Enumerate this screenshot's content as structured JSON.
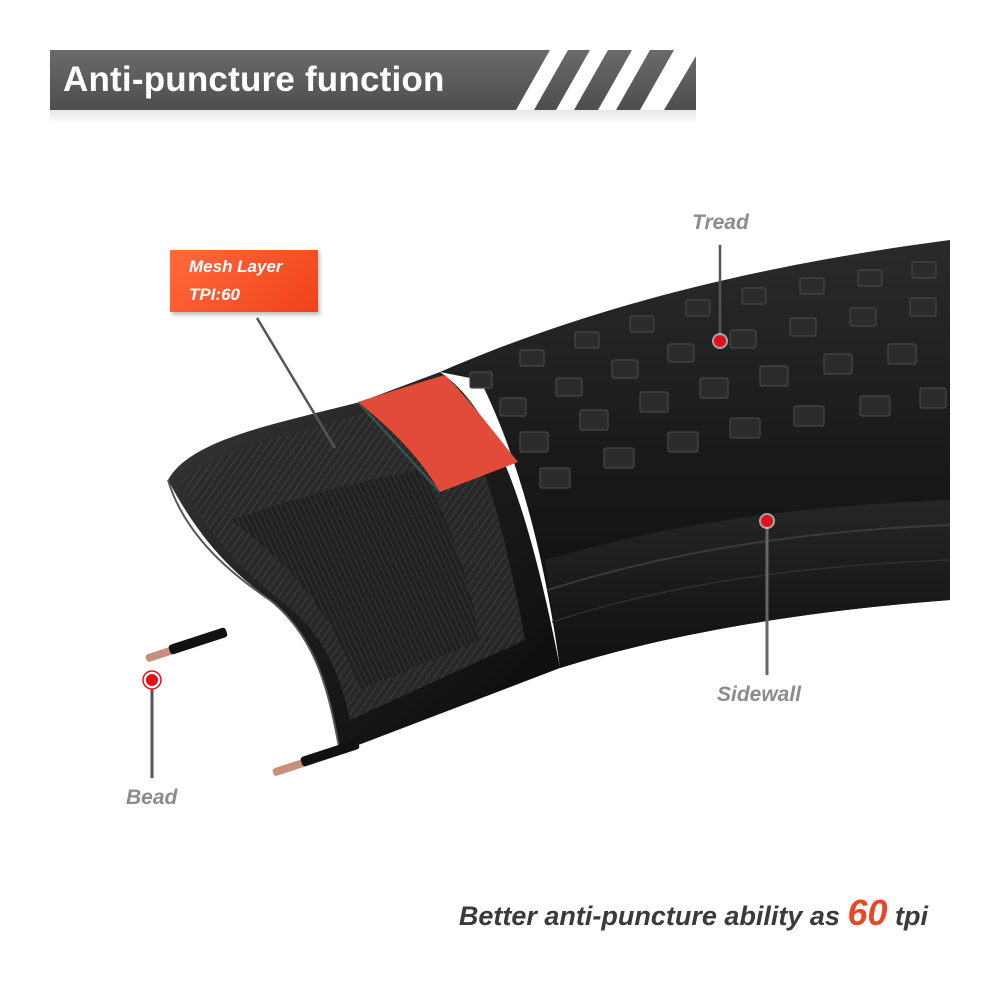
{
  "header": {
    "title": "Anti-puncture function",
    "bg_color": "#5c5c5c"
  },
  "callouts": {
    "mesh_layer": {
      "line1": "Mesh Layer",
      "line2": "TPI:60",
      "color": "#f0421c"
    },
    "tread": "Tread",
    "sidewall": "Sidewall",
    "bead": "Bead"
  },
  "caption": {
    "prefix": "Better anti-puncture ability as ",
    "number": "60",
    "suffix": " tpi",
    "accent": "#e8472a"
  },
  "markers": {
    "dot_color": "#e0111b"
  },
  "icons": [
    "tire-illustration",
    "marker-dot-icon"
  ]
}
